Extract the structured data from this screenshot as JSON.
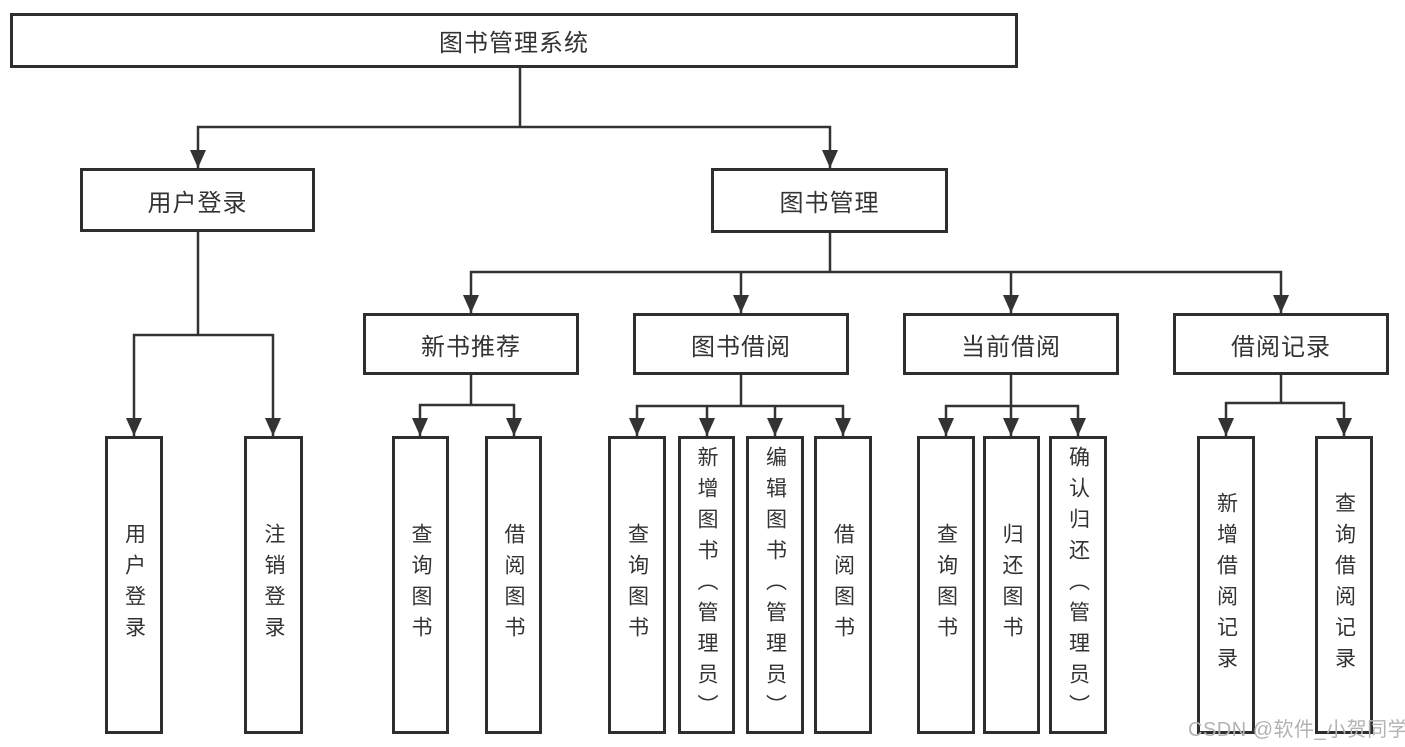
{
  "colors": {
    "line": "#333333",
    "box_border": "#2e2e2e",
    "text": "#333333",
    "watermark": "#b3b3b3",
    "background": "#ffffff"
  },
  "tree": {
    "label": "图书管理系统",
    "children": [
      {
        "label": "用户登录",
        "children": [
          {
            "label": "用户登录"
          },
          {
            "label": "注销登录"
          }
        ]
      },
      {
        "label": "图书管理",
        "children": [
          {
            "label": "新书推荐",
            "children": [
              {
                "label": "查询图书"
              },
              {
                "label": "借阅图书"
              }
            ]
          },
          {
            "label": "图书借阅",
            "children": [
              {
                "label": "查询图书"
              },
              {
                "label": "新增图书（管理员）"
              },
              {
                "label": "编辑图书（管理员）"
              },
              {
                "label": "借阅图书"
              }
            ]
          },
          {
            "label": "当前借阅",
            "children": [
              {
                "label": "查询图书"
              },
              {
                "label": "归还图书"
              },
              {
                "label": "确认归还（管理员）"
              }
            ]
          },
          {
            "label": "借阅记录",
            "children": [
              {
                "label": "新增借阅记录"
              },
              {
                "label": "查询借阅记录"
              }
            ]
          }
        ]
      }
    ]
  },
  "watermark": {
    "text": "CSDN @软件_小贺同学"
  }
}
